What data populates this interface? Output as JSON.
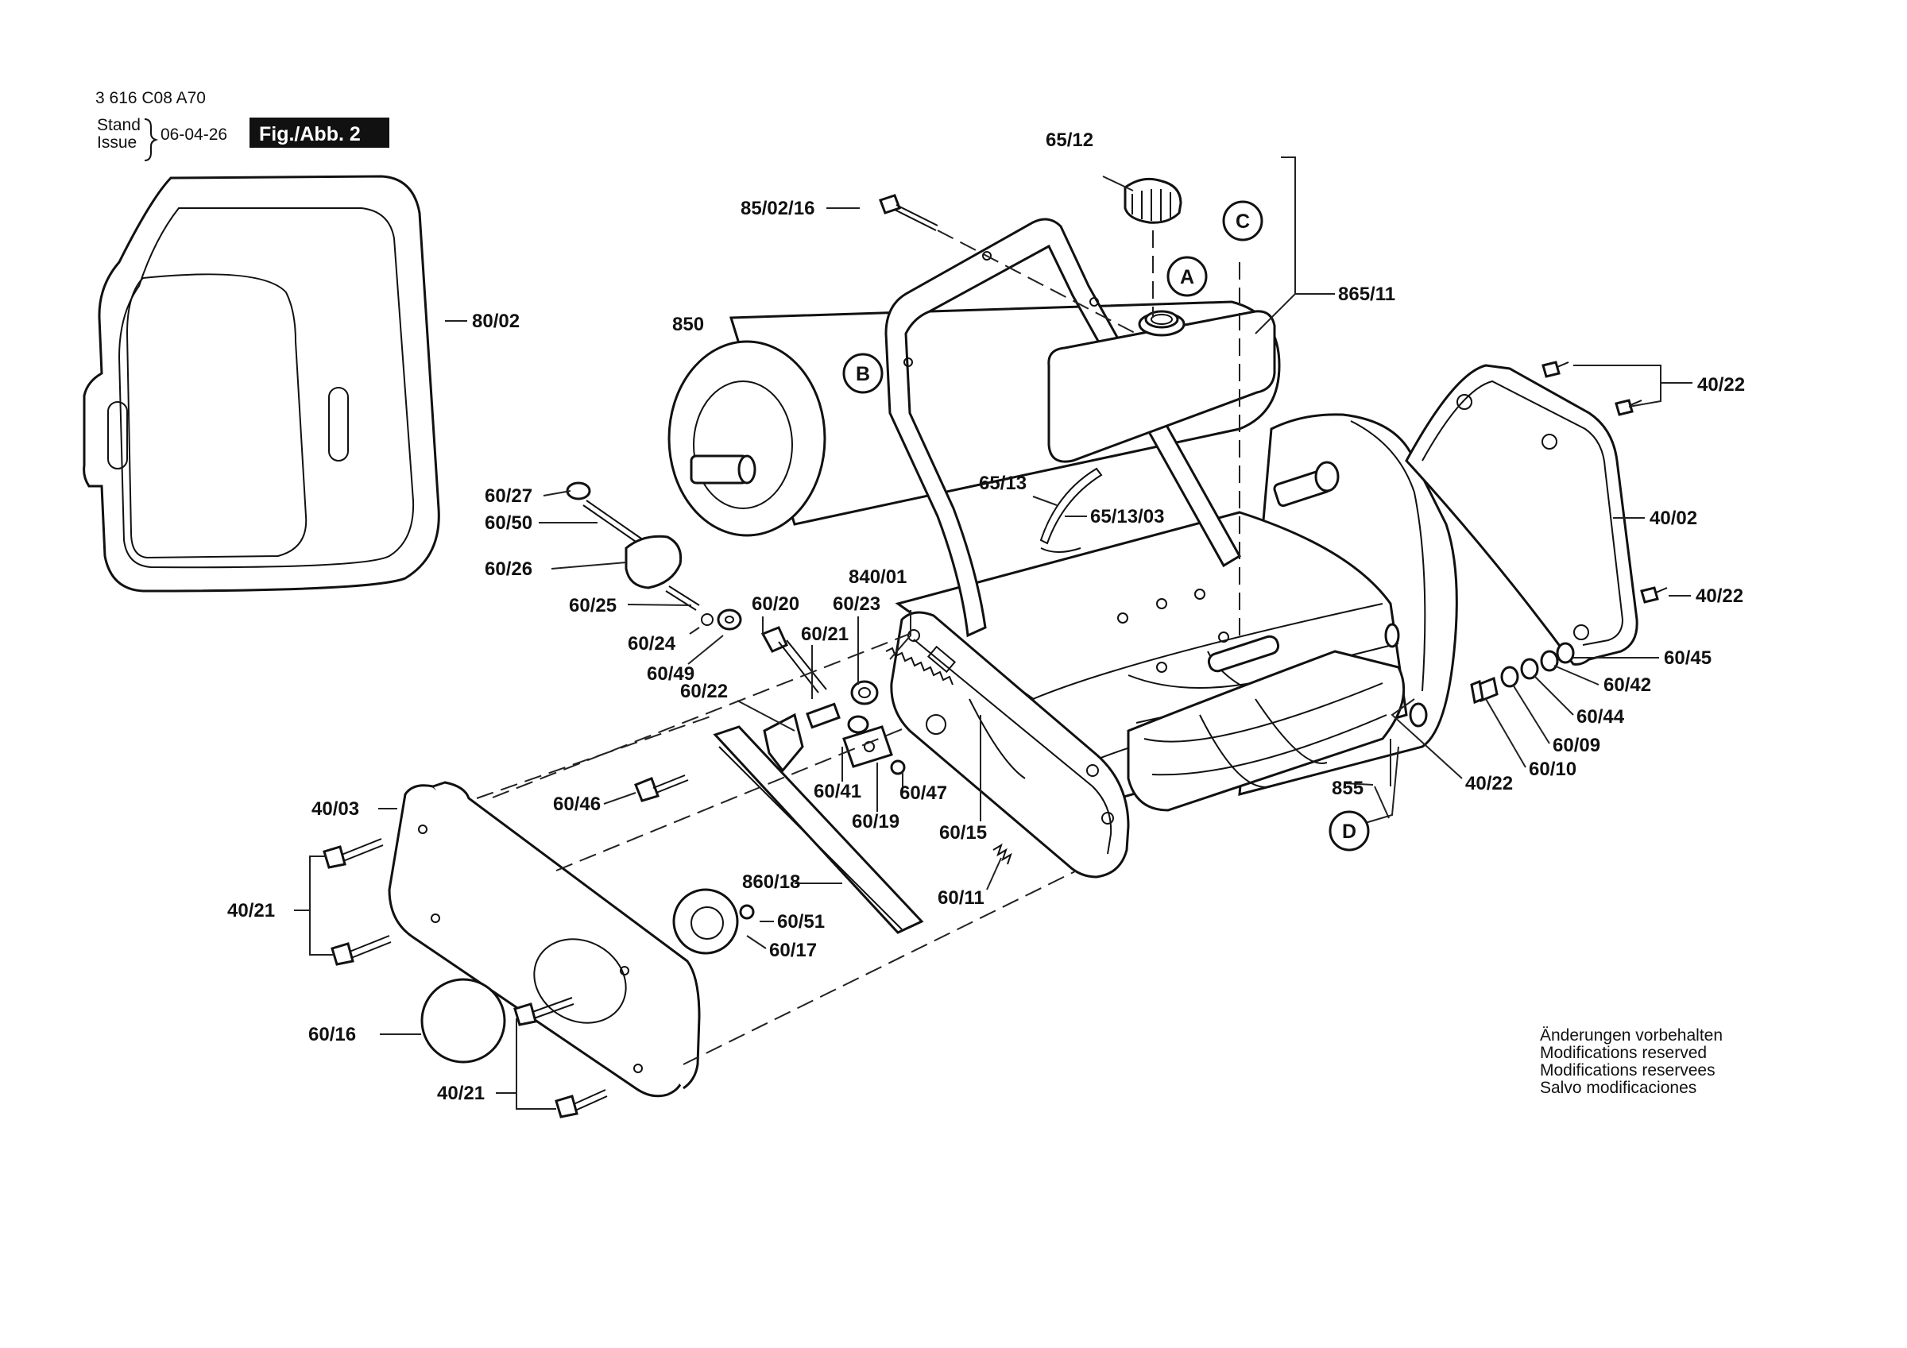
{
  "header": {
    "doc_number": "3 616 C08 A70",
    "stand_label": "Stand",
    "issue_label": "Issue",
    "date": "06-04-26",
    "figure_label": "Fig./Abb. 2"
  },
  "callouts": {
    "a": "A",
    "b": "B",
    "c": "C",
    "d": "D"
  },
  "parts": {
    "p80_02": "80/02",
    "p850": "850",
    "p85_02_16": "85/02/16",
    "p65_12": "65/12",
    "p865_11": "865/11",
    "p40_22_top": "40/22",
    "p40_02": "40/02",
    "p40_22_mid": "40/22",
    "p60_45": "60/45",
    "p60_42": "60/42",
    "p60_44": "60/44",
    "p60_09": "60/09",
    "p60_10": "60/10",
    "p40_22_low": "40/22",
    "p855": "855",
    "p65_13": "65/13",
    "p65_13_03": "65/13/03",
    "p60_27": "60/27",
    "p60_50": "60/50",
    "p60_26": "60/26",
    "p60_25": "60/25",
    "p60_24": "60/24",
    "p60_49": "60/49",
    "p60_20": "60/20",
    "p60_23": "60/23",
    "p840_01": "840/01",
    "p60_21": "60/21",
    "p60_22": "60/22",
    "p60_46": "60/46",
    "p60_41": "60/41",
    "p60_19": "60/19",
    "p60_47": "60/47",
    "p60_15": "60/15",
    "p60_11": "60/11",
    "p860_18": "860/18",
    "p60_51": "60/51",
    "p60_17": "60/17",
    "p40_03": "40/03",
    "p40_21_a": "40/21",
    "p60_16": "60/16",
    "p40_21_b": "40/21"
  },
  "footer": {
    "line1": "Änderungen vorbehalten",
    "line2": "Modifications reserved",
    "line3": "Modifications reservees",
    "line4": "Salvo modificaciones"
  }
}
